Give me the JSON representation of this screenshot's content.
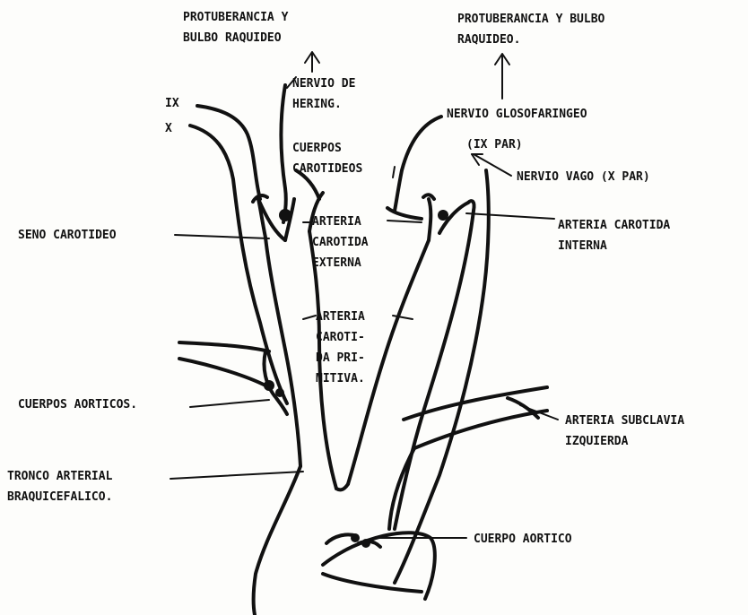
{
  "labels": {
    "protuberancia_left": [
      "PROTUBERANCIA Y",
      "BULBO RAQUIDEO"
    ],
    "protuberancia_right": [
      "PROTUBERANCIA Y BULBO",
      "RAQUIDEO."
    ],
    "nervio_hering": [
      "NERVIO DE",
      "HERING."
    ],
    "nerve_ix": "IX",
    "nerve_x": "X",
    "nervio_glosofaringeo": "NERVIO GLOSOFARINGEO",
    "ix_par": "(IX PAR)",
    "cuerpos_carotideos": [
      "CUERPOS",
      "CAROTIDEOS"
    ],
    "nervio_vago": "NERVIO VAGO (X PAR)",
    "seno_carotideo": "SENO CAROTIDEO",
    "arteria_carotida_externa": [
      "ARTERIA",
      "CAROTIDA",
      "EXTERNA"
    ],
    "arteria_carotida_interna": [
      "ARTERIA CAROTIDA",
      "INTERNA"
    ],
    "arteria_carotida_primitiva": [
      "ARTERIA",
      "CAROTI-",
      "DA PRI-",
      "MITIVA."
    ],
    "cuerpos_aorticos": "CUERPOS AORTICOS.",
    "arteria_subclavia": [
      "ARTERIA SUBCLAVIA",
      "IZQUIERDA"
    ],
    "tronco_arterial": [
      "TRONCO ARTERIAL",
      "BRAQUICEFALICO."
    ],
    "cuerpo_aortico": "CUERPO AORTICO"
  }
}
